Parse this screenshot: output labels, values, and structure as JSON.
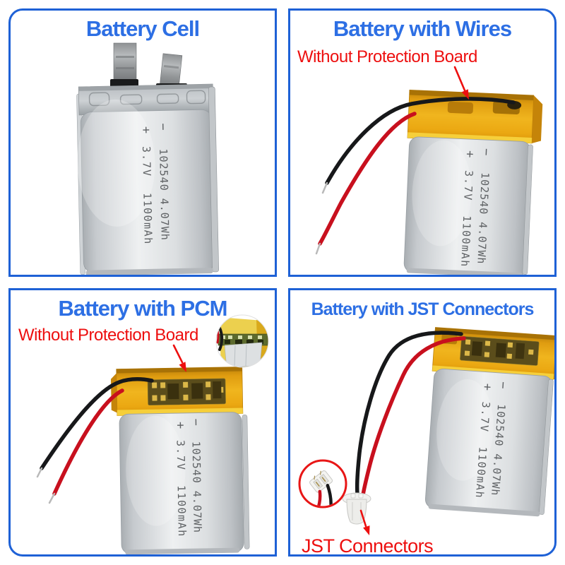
{
  "palette": {
    "frame_border_blue": "#1e61d6",
    "title_blue": "#2d6fe4",
    "annotation_red": "#ed0f0f",
    "kapton_tape_amber": "#eaa816",
    "battery_silver": "#dfe2e4",
    "wire_black": "#17181a",
    "wire_red": "#c8101e",
    "background": "#ffffff"
  },
  "battery_text": {
    "minus": "−",
    "plus": "+",
    "model": "102540 4.07Wh",
    "voltage": "3.7V",
    "capacity": "1100mAh"
  },
  "panels": [
    {
      "id": "battery-cell",
      "title": "Battery Cell"
    },
    {
      "id": "battery-with-wires",
      "title": "Battery with Wires",
      "annotation": "Without Protection Board"
    },
    {
      "id": "battery-with-pcm",
      "title": "Battery with PCM",
      "annotation": "Without Protection Board"
    },
    {
      "id": "battery-with-jst-connectors",
      "title": "Battery with JST Connectors",
      "annotation": "JST Connectors"
    }
  ]
}
